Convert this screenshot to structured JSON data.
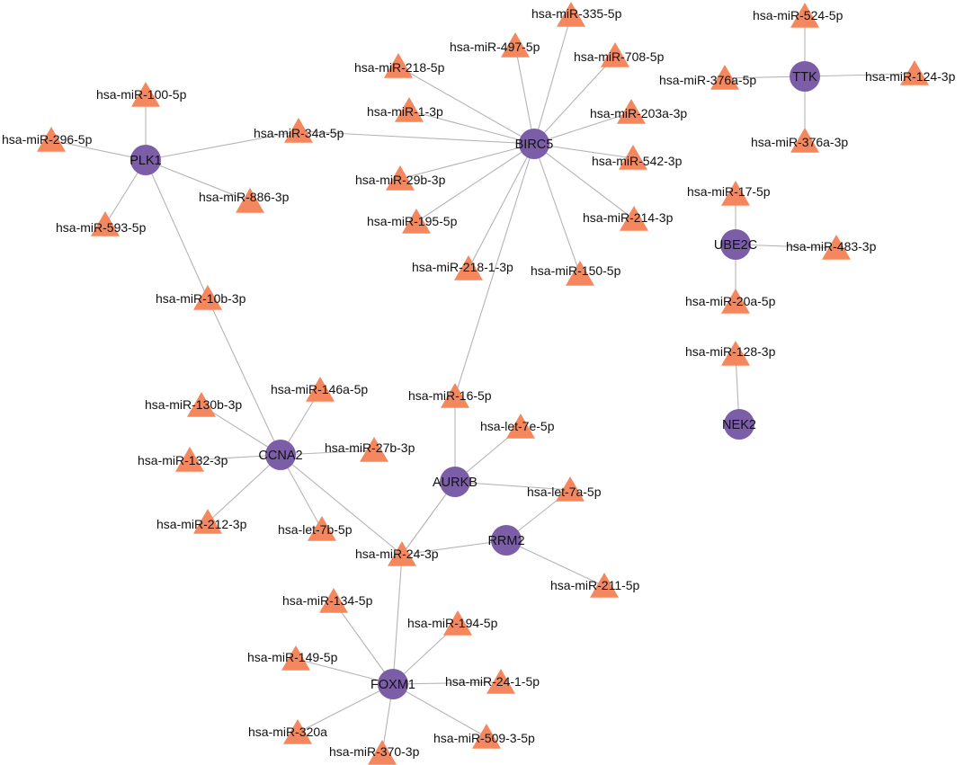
{
  "network": {
    "colors": {
      "gene_node": "#7b5ea7",
      "mirna_node": "#f4875e",
      "edge": "#b4b4b4"
    },
    "genes": [
      {
        "id": "BIRC5",
        "label": "BIRC5"
      },
      {
        "id": "PLK1",
        "label": "PLK1"
      },
      {
        "id": "TTK",
        "label": "TTK"
      },
      {
        "id": "UBE2C",
        "label": "UBE2C"
      },
      {
        "id": "NEK2",
        "label": "NEK2"
      },
      {
        "id": "CCNA2",
        "label": "CCNA2"
      },
      {
        "id": "AURKB",
        "label": "AURKB"
      },
      {
        "id": "RRM2",
        "label": "RRM2"
      },
      {
        "id": "FOXM1",
        "label": "FOXM1"
      }
    ],
    "mirnas": [
      {
        "id": "m335",
        "label": "hsa-miR-335-5p"
      },
      {
        "id": "m497",
        "label": "hsa-miR-497-5p"
      },
      {
        "id": "m708",
        "label": "hsa-miR-708-5p"
      },
      {
        "id": "m218",
        "label": "hsa-miR-218-5p"
      },
      {
        "id": "m1",
        "label": "hsa-miR-1-3p"
      },
      {
        "id": "m203",
        "label": "hsa-miR-203a-3p"
      },
      {
        "id": "m34a",
        "label": "hsa-miR-34a-5p"
      },
      {
        "id": "m542",
        "label": "hsa-miR-542-3p"
      },
      {
        "id": "m29b",
        "label": "hsa-miR-29b-3p"
      },
      {
        "id": "m214",
        "label": "hsa-miR-214-3p"
      },
      {
        "id": "m195",
        "label": "hsa-miR-195-5p"
      },
      {
        "id": "m2181",
        "label": "hsa-miR-218-1-3p"
      },
      {
        "id": "m150",
        "label": "hsa-miR-150-5p"
      },
      {
        "id": "m100",
        "label": "hsa-miR-100-5p"
      },
      {
        "id": "m296",
        "label": "hsa-miR-296-5p"
      },
      {
        "id": "m886",
        "label": "hsa-miR-886-3p"
      },
      {
        "id": "m593",
        "label": "hsa-miR-593-5p"
      },
      {
        "id": "m10b",
        "label": "hsa-miR-10b-3p"
      },
      {
        "id": "m524",
        "label": "hsa-miR-524-5p"
      },
      {
        "id": "m376a5",
        "label": "hsa-miR-376a-5p"
      },
      {
        "id": "m124",
        "label": "hsa-miR-124-3p"
      },
      {
        "id": "m376a3",
        "label": "hsa-miR-376a-3p"
      },
      {
        "id": "m17",
        "label": "hsa-miR-17-5p"
      },
      {
        "id": "m483",
        "label": "hsa-miR-483-3p"
      },
      {
        "id": "m20a",
        "label": "hsa-miR-20a-5p"
      },
      {
        "id": "m128",
        "label": "hsa-miR-128-3p"
      },
      {
        "id": "m16",
        "label": "hsa-miR-16-5p"
      },
      {
        "id": "m146a",
        "label": "hsa-miR-146a-5p"
      },
      {
        "id": "m130b",
        "label": "hsa-miR-130b-3p"
      },
      {
        "id": "m27b",
        "label": "hsa-miR-27b-3p"
      },
      {
        "id": "m132",
        "label": "hsa-miR-132-3p"
      },
      {
        "id": "let7e",
        "label": "hsa-let-7e-5p"
      },
      {
        "id": "let7a",
        "label": "hsa-let-7a-5p"
      },
      {
        "id": "m212",
        "label": "hsa-miR-212-3p"
      },
      {
        "id": "let7b",
        "label": "hsa-let-7b-5p"
      },
      {
        "id": "m24",
        "label": "hsa-miR-24-3p"
      },
      {
        "id": "m211",
        "label": "hsa-miR-211-5p"
      },
      {
        "id": "m134",
        "label": "hsa-miR-134-5p"
      },
      {
        "id": "m194",
        "label": "hsa-miR-194-5p"
      },
      {
        "id": "m149",
        "label": "hsa-miR-149-5p"
      },
      {
        "id": "m241",
        "label": "hsa-miR-24-1-5p"
      },
      {
        "id": "m320a",
        "label": "hsa-miR-320a"
      },
      {
        "id": "m509",
        "label": "hsa-miR-509-3-5p"
      },
      {
        "id": "m370",
        "label": "hsa-miR-370-3p"
      }
    ],
    "edges": [
      [
        "BIRC5",
        "m335"
      ],
      [
        "BIRC5",
        "m497"
      ],
      [
        "BIRC5",
        "m708"
      ],
      [
        "BIRC5",
        "m218"
      ],
      [
        "BIRC5",
        "m1"
      ],
      [
        "BIRC5",
        "m203"
      ],
      [
        "BIRC5",
        "m34a"
      ],
      [
        "BIRC5",
        "m542"
      ],
      [
        "BIRC5",
        "m29b"
      ],
      [
        "BIRC5",
        "m214"
      ],
      [
        "BIRC5",
        "m195"
      ],
      [
        "BIRC5",
        "m2181"
      ],
      [
        "BIRC5",
        "m150"
      ],
      [
        "BIRC5",
        "m16"
      ],
      [
        "PLK1",
        "m100"
      ],
      [
        "PLK1",
        "m296"
      ],
      [
        "PLK1",
        "m34a"
      ],
      [
        "PLK1",
        "m886"
      ],
      [
        "PLK1",
        "m593"
      ],
      [
        "PLK1",
        "m10b"
      ],
      [
        "TTK",
        "m524"
      ],
      [
        "TTK",
        "m376a5"
      ],
      [
        "TTK",
        "m124"
      ],
      [
        "TTK",
        "m376a3"
      ],
      [
        "UBE2C",
        "m17"
      ],
      [
        "UBE2C",
        "m483"
      ],
      [
        "UBE2C",
        "m20a"
      ],
      [
        "NEK2",
        "m128"
      ],
      [
        "CCNA2",
        "m10b"
      ],
      [
        "CCNA2",
        "m146a"
      ],
      [
        "CCNA2",
        "m130b"
      ],
      [
        "CCNA2",
        "m27b"
      ],
      [
        "CCNA2",
        "m132"
      ],
      [
        "CCNA2",
        "m212"
      ],
      [
        "CCNA2",
        "let7b"
      ],
      [
        "CCNA2",
        "m24"
      ],
      [
        "AURKB",
        "m16"
      ],
      [
        "AURKB",
        "let7e"
      ],
      [
        "AURKB",
        "let7a"
      ],
      [
        "AURKB",
        "m24"
      ],
      [
        "RRM2",
        "let7a"
      ],
      [
        "RRM2",
        "m24"
      ],
      [
        "RRM2",
        "m211"
      ],
      [
        "FOXM1",
        "m24"
      ],
      [
        "FOXM1",
        "m134"
      ],
      [
        "FOXM1",
        "m194"
      ],
      [
        "FOXM1",
        "m149"
      ],
      [
        "FOXM1",
        "m241"
      ],
      [
        "FOXM1",
        "m320a"
      ],
      [
        "FOXM1",
        "m509"
      ],
      [
        "FOXM1",
        "m370"
      ]
    ]
  }
}
